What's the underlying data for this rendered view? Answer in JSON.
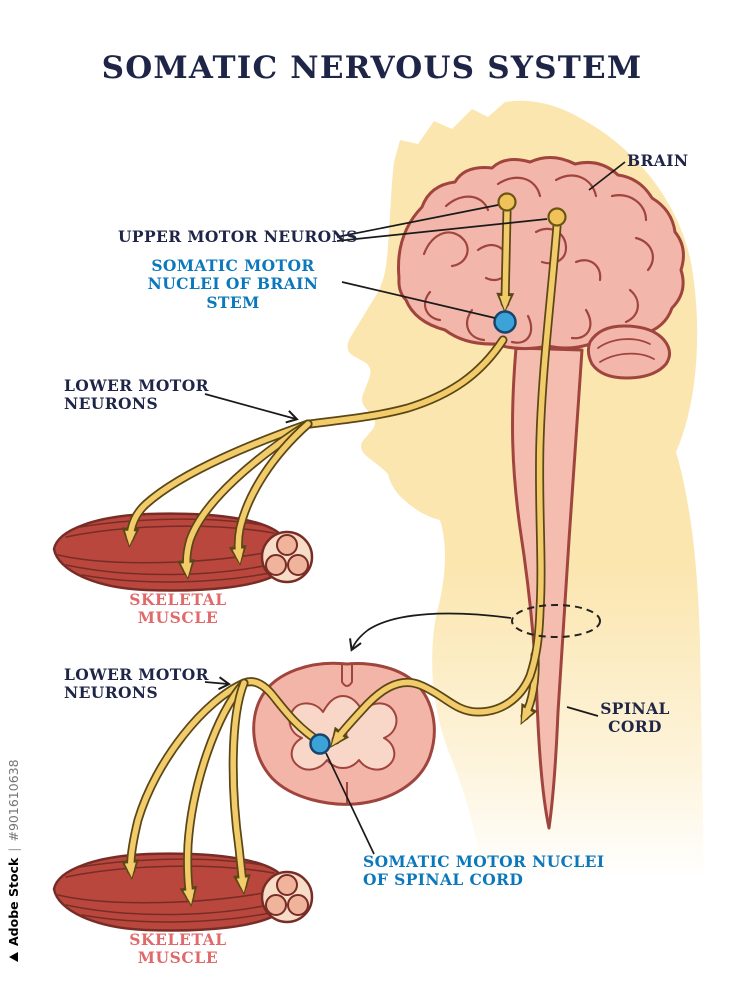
{
  "title": "SOMATIC NERVOUS SYSTEM",
  "labels": {
    "brain": "BRAIN",
    "upper_motor_neurons": "UPPER MOTOR NEURONS",
    "somatic_motor_nuclei_brain_stem": "SOMATIC MOTOR\nNUCLEI OF BRAIN STEM",
    "lower_motor_neurons_upper": "LOWER MOTOR\nNEURONS",
    "skeletal_muscle_upper": "SKELETAL MUSCLE",
    "lower_motor_neurons_lower": "LOWER MOTOR\nNEURONS",
    "spinal_cord": "SPINAL\nCORD",
    "somatic_motor_nuclei_spinal_cord": "SOMATIC MOTOR NUCLEI\nOF SPINAL CORD",
    "skeletal_muscle_lower": "SKELETAL MUSCLE"
  },
  "watermark": {
    "brand": "Adobe Stock",
    "separator": "|",
    "asset_id": "#901610638"
  },
  "colors": {
    "title_navy": "#1e2547",
    "label_blue": "#0b78bc",
    "label_pink": "#e0696a",
    "head_skin": "#fbe6b0",
    "brain_pink": "#f3b6aa",
    "outline_maroon": "#a0453e",
    "muscle_red": "#b9473e",
    "muscle_outline": "#772d26",
    "nerve_yellow": "#f2cc6a",
    "nerve_outline": "#5b4716",
    "nucleus_blue": "#3ba3d8"
  }
}
